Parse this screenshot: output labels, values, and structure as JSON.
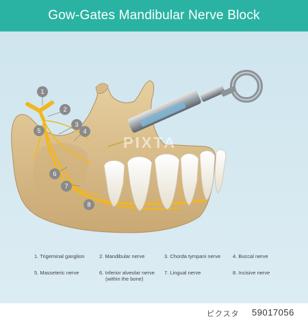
{
  "title": "Gow-Gates Mandibular Nerve Block",
  "markers": [
    "1",
    "2",
    "3",
    "4",
    "5",
    "6",
    "7",
    "8"
  ],
  "legend": [
    {
      "num": "1.",
      "text": "Trigeminal ganglion"
    },
    {
      "num": "2.",
      "text": "Mandibular nerve"
    },
    {
      "num": "3.",
      "text": "Chorda tympani nerve"
    },
    {
      "num": "4.",
      "text": "Buccal nerve"
    },
    {
      "num": "5.",
      "text": "Masseteric nerve"
    },
    {
      "num": "6.",
      "text": "Inferior alveolar nerve",
      "note": "(within the bone)"
    },
    {
      "num": "7.",
      "text": "Lingual nerve"
    },
    {
      "num": "8.",
      "text": "Incisive nerve"
    }
  ],
  "watermark": {
    "brand": "PIXTA",
    "tag": "ピクスタ",
    "id": "59017056"
  },
  "colors": {
    "banner": "#2ab3a3",
    "background": "#d6e9f1",
    "bone": "#d9bf8f",
    "nerve": "#f2b61f",
    "tooth": "#f4f1e8",
    "marker": "#8a8a8a"
  }
}
